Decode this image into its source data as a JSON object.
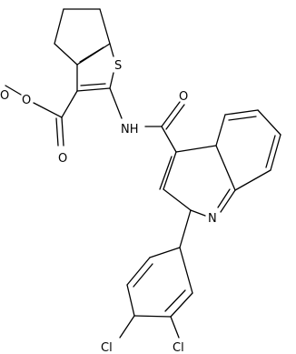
{
  "molecule": {
    "atom_labels": {
      "O1": "O",
      "O2": "O",
      "S": "S",
      "NH": "NH",
      "O3": "O",
      "N": "N",
      "Cl1": "Cl",
      "Cl2": "Cl"
    }
  }
}
